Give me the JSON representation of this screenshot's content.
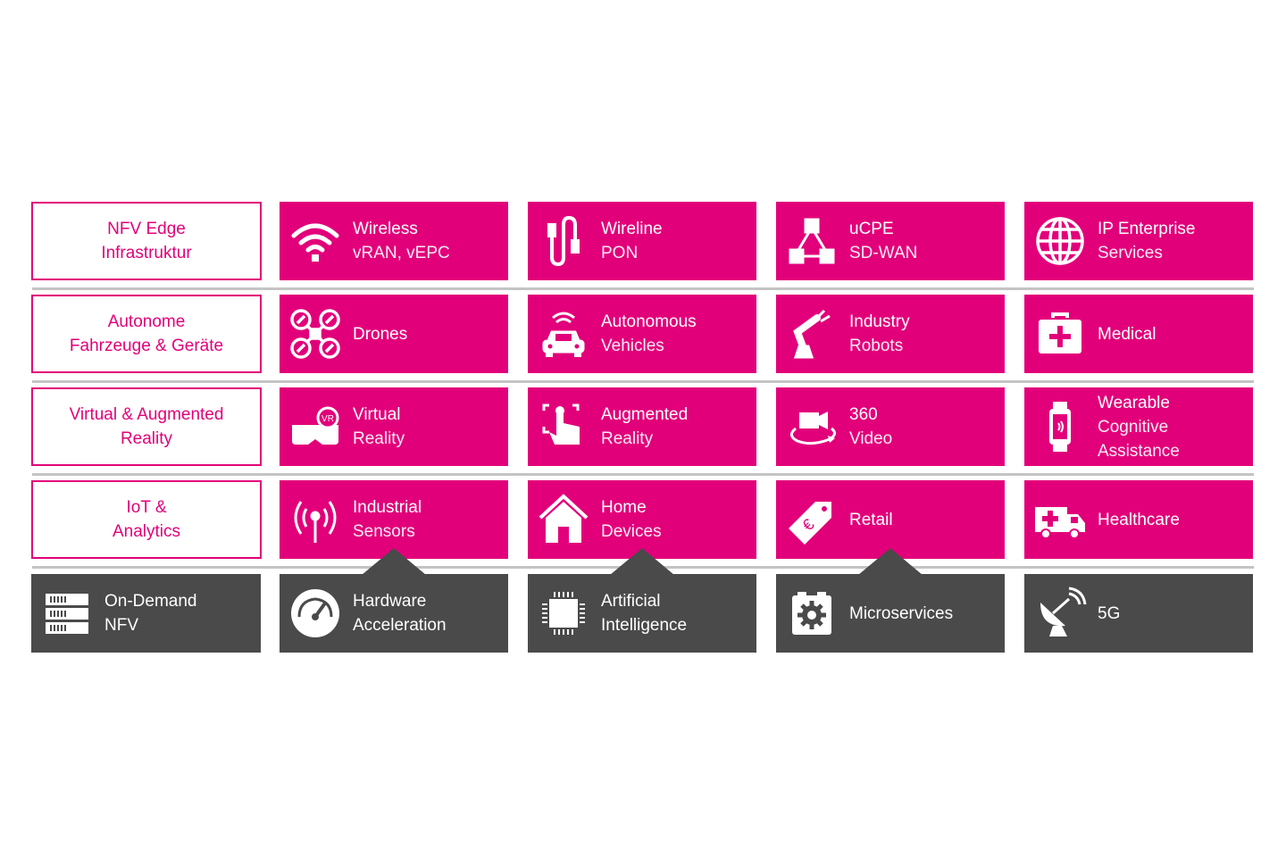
{
  "colors": {
    "magenta": "#e2007a",
    "dark": "#4a4a4a",
    "separator": "#c4c4c4"
  },
  "rows": [
    {
      "label": [
        "NFV Edge",
        "Infrastruktur"
      ],
      "tiles": [
        {
          "icon": "wifi-icon",
          "title": "Wireless",
          "sub": "vRAN, vEPC"
        },
        {
          "icon": "cable-icon",
          "title": "Wireline",
          "sub": "PON"
        },
        {
          "icon": "network-icon",
          "title": "uCPE",
          "sub": "SD-WAN"
        },
        {
          "icon": "globe-icon",
          "title": "IP Enterprise",
          "sub": "Services"
        }
      ]
    },
    {
      "label": [
        "Autonome",
        "Fahrzeuge & Geräte"
      ],
      "tiles": [
        {
          "icon": "drone-icon",
          "title": "Drones",
          "sub": ""
        },
        {
          "icon": "car-icon",
          "title": "Autonomous",
          "sub": "Vehicles"
        },
        {
          "icon": "robot-arm-icon",
          "title": "Industry",
          "sub": "Robots"
        },
        {
          "icon": "first-aid-kit-icon",
          "title": "Medical",
          "sub": ""
        }
      ]
    },
    {
      "label": [
        "Virtual & Augmented",
        "Reality"
      ],
      "tiles": [
        {
          "icon": "vr-headset-icon",
          "title": "Virtual",
          "sub": "Reality"
        },
        {
          "icon": "touch-icon",
          "title": "Augmented",
          "sub": "Reality"
        },
        {
          "icon": "video-360-icon",
          "title": "360",
          "sub": "Video"
        },
        {
          "icon": "smartwatch-icon",
          "title": "Wearable",
          "sub": "Cognitive",
          "sub2": "Assistance"
        }
      ]
    },
    {
      "label": [
        "IoT &",
        "Analytics"
      ],
      "tiles": [
        {
          "icon": "sensor-icon",
          "title": "Industrial",
          "sub": "Sensors"
        },
        {
          "icon": "house-icon",
          "title": "Home",
          "sub": "Devices"
        },
        {
          "icon": "price-tag-icon",
          "title": "Retail",
          "sub": ""
        },
        {
          "icon": "ambulance-icon",
          "title": "Healthcare",
          "sub": ""
        }
      ]
    }
  ],
  "bottom": [
    {
      "icon": "server-rack-icon",
      "title": "On-Demand",
      "sub": "NFV"
    },
    {
      "icon": "speedometer-icon",
      "title": "Hardware",
      "sub": "Acceleration"
    },
    {
      "icon": "chip-icon",
      "title": "Artificial",
      "sub": "Intelligence"
    },
    {
      "icon": "gear-container-icon",
      "title": "Microservices",
      "sub": ""
    },
    {
      "icon": "satellite-dish-icon",
      "title": "5G",
      "sub": ""
    }
  ]
}
